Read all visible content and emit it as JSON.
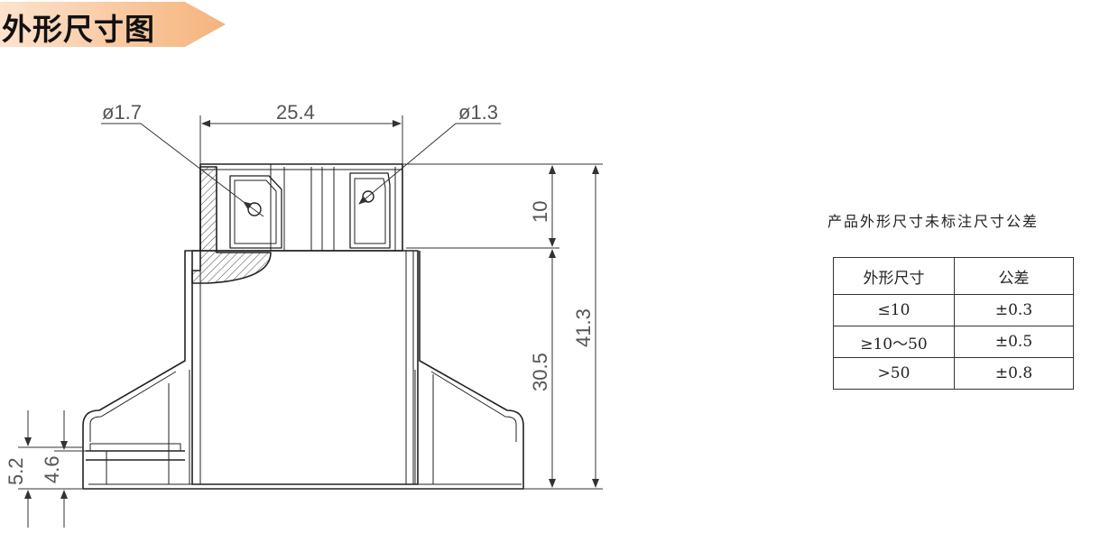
{
  "banner": {
    "title": "外形尺寸图",
    "color": "#f5b883"
  },
  "drawing": {
    "dimensions": {
      "hole_left": "ø1.7",
      "width_top": "25.4",
      "hole_right": "ø1.3",
      "height_terminal": "10",
      "height_total": "41.3",
      "height_body": "30.5",
      "foot_outer": "5.2",
      "foot_inner": "4.6"
    }
  },
  "tolerance": {
    "caption": "产品外形尺寸未标注尺寸公差",
    "headers": [
      "外形尺寸",
      "公差"
    ],
    "rows": [
      [
        "≤10",
        "±0.3"
      ],
      [
        "≥10～50",
        "±0.5"
      ],
      [
        ">50",
        "±0.8"
      ]
    ]
  }
}
